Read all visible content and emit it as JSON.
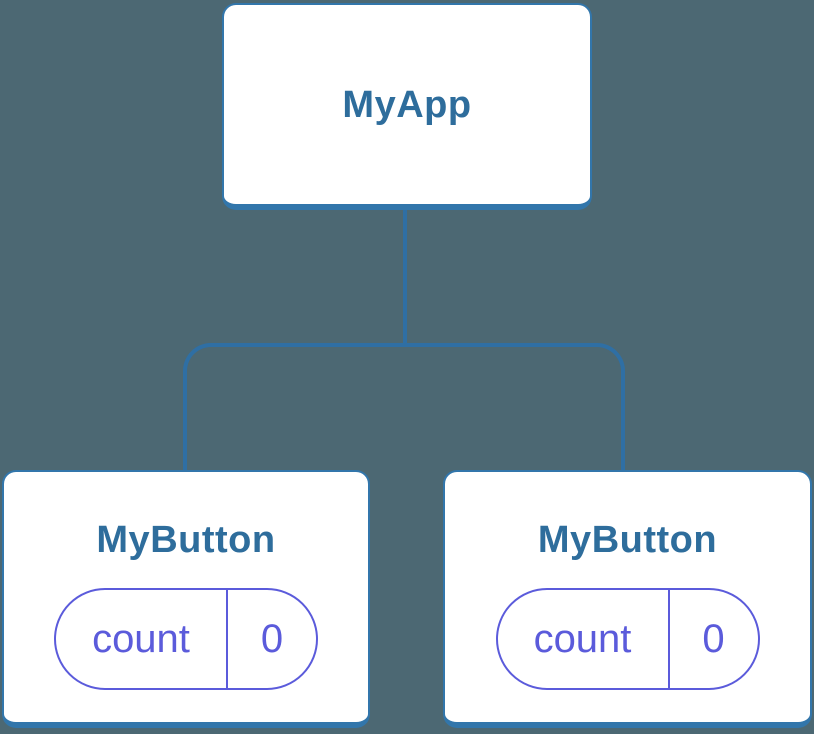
{
  "diagram": {
    "type": "component-tree",
    "colors": {
      "background": "#4c6873",
      "node_fill": "#ffffff",
      "node_border": "#3276ab",
      "node_title": "#2e6d9c",
      "connector": "#2f6fa4",
      "state_accent": "#5b5bdb"
    },
    "root": {
      "title": "MyApp"
    },
    "children": [
      {
        "title": "MyButton",
        "state": {
          "key": "count",
          "value": "0"
        }
      },
      {
        "title": "MyButton",
        "state": {
          "key": "count",
          "value": "0"
        }
      }
    ]
  }
}
